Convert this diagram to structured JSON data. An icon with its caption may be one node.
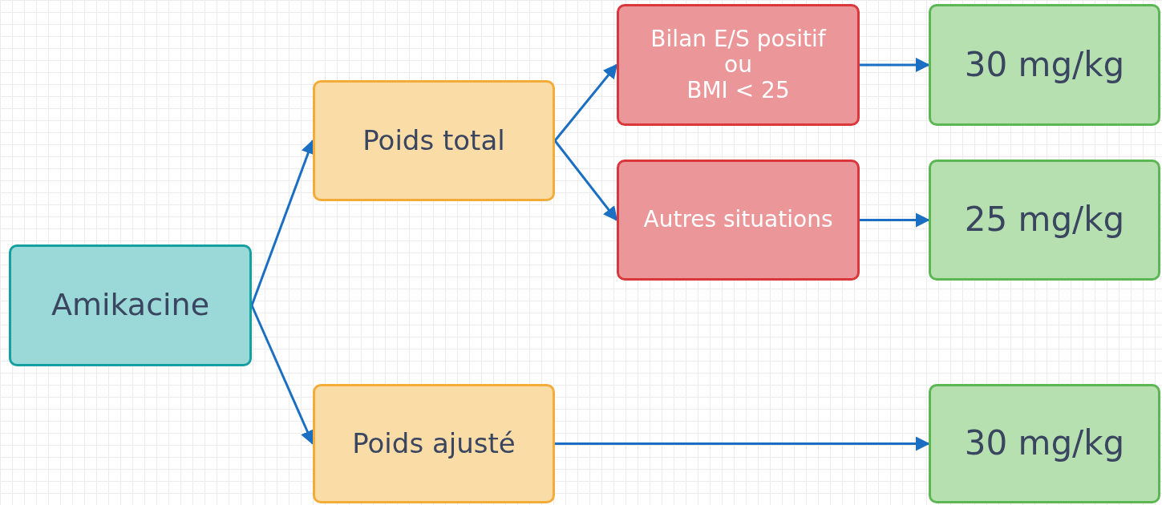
{
  "diagram": {
    "nodes": [
      {
        "text": [
          "Amikacine"
        ]
      },
      {
        "text": [
          "Poids total"
        ]
      },
      {
        "text": [
          "Bilan E/S positif",
          "ou",
          "BMI < 25"
        ]
      },
      {
        "text": [
          "30 mg/kg"
        ]
      },
      {
        "text": [
          "Autres situations"
        ]
      },
      {
        "text": [
          "25 mg/kg"
        ]
      },
      {
        "text": [
          "Poids ajusté"
        ]
      },
      {
        "text": [
          "30 mg/kg"
        ]
      }
    ],
    "edges": [
      {
        "from": 0,
        "to": 1,
        "arrow": "to"
      },
      {
        "from": 0,
        "to": 6,
        "arrow": "to"
      },
      {
        "from": 1,
        "to": 2,
        "arrow": "to"
      },
      {
        "from": 1,
        "to": 4,
        "arrow": "to"
      },
      {
        "from": 2,
        "to": 3,
        "arrow": "to"
      },
      {
        "from": 4,
        "to": 5,
        "arrow": "to"
      },
      {
        "from": 6,
        "to": 7,
        "arrow": "to"
      }
    ]
  }
}
